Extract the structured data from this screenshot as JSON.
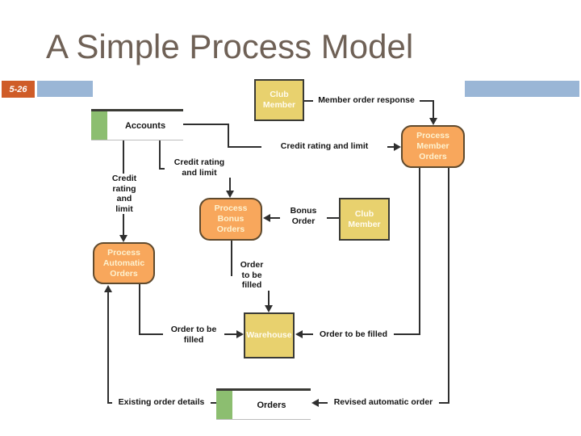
{
  "slide": {
    "title": "A Simple Process Model",
    "slide_number": "5-26"
  },
  "colors": {
    "title_text": "#6f6156",
    "slide_number_bg": "#cf5c28",
    "accent_bar_blue": "#9ab6d6",
    "process_fill": "#f8a75c",
    "process_border": "#5f4a2e",
    "entity_fill": "#e8d16e",
    "entity_border": "#3a3a35",
    "datastore_green": "#8cbe70",
    "connector_line": "#2f2f2f"
  },
  "diagram": {
    "processes": {
      "member_orders": "Process\nMember\nOrders",
      "bonus_orders": "Process\nBonus\nOrders",
      "automatic_orders": "Process\nAutomatic\nOrders"
    },
    "entities": {
      "club_member_top": "Club\nMember",
      "club_member_mid": "Club\nMember",
      "warehouse": "Warehouse"
    },
    "datastores": {
      "accounts": "Accounts",
      "orders": "Orders"
    },
    "flows": {
      "member_order_response": "Member order response",
      "credit_rating_and_limit_to_member_orders": "Credit rating and limit",
      "credit_rating_and_limit_to_bonus_orders": "Credit rating\nand limit",
      "credit_rating_and_limit_to_automatic_orders": "Credit\nrating\nand\nlimit",
      "bonus_order": "Bonus\nOrder",
      "order_to_be_filled_from_bonus": "Order\nto be\nfilled",
      "order_to_be_filled_from_automatic": "Order to be\nfilled",
      "order_to_be_filled_from_member": "Order to be filled",
      "revised_automatic_order": "Revised automatic order",
      "existing_order_details": "Existing order details"
    }
  }
}
